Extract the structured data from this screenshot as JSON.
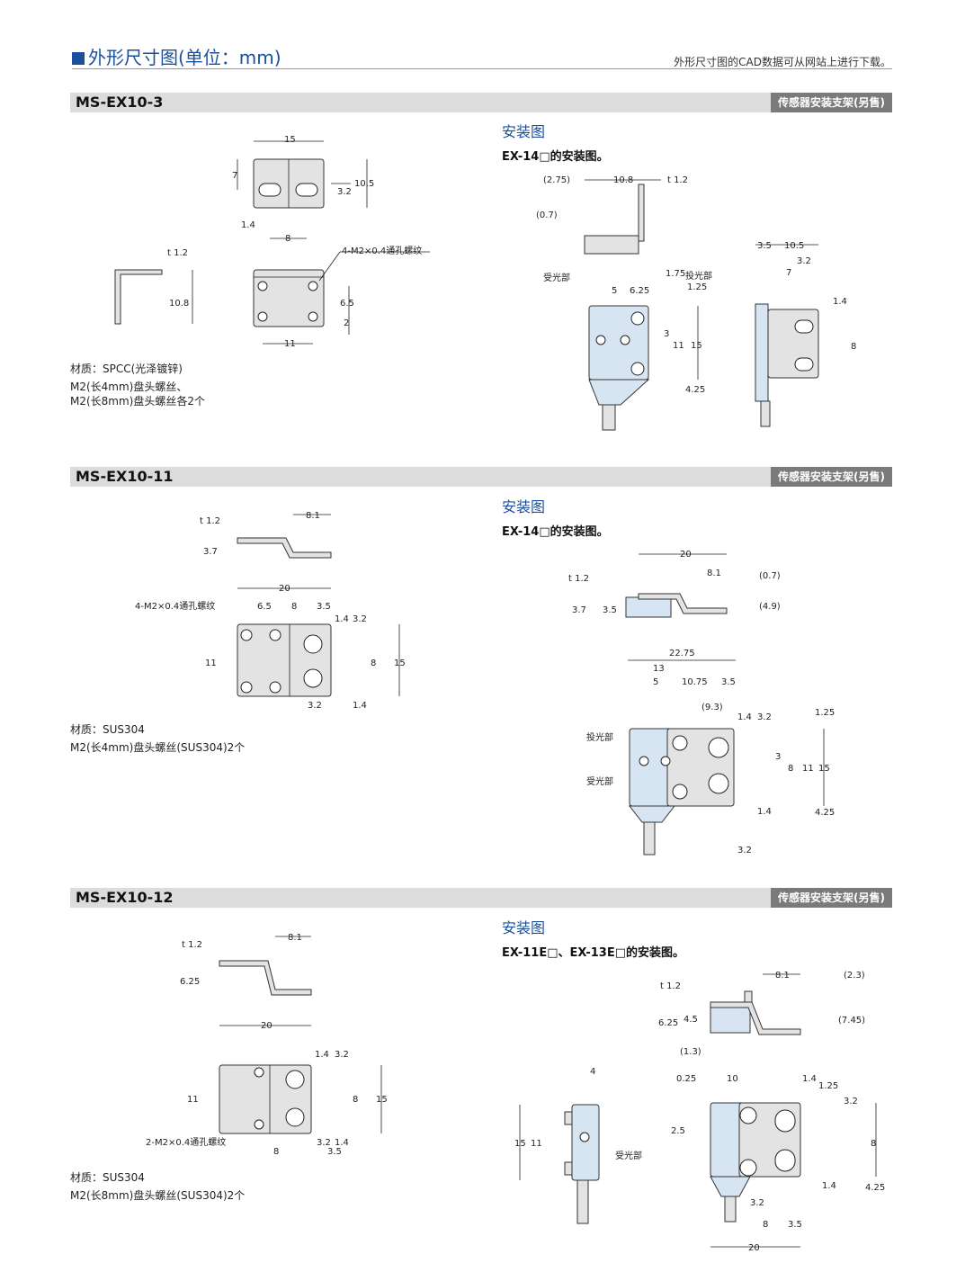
{
  "header": {
    "title": "外形尺寸图(单位：mm)",
    "note": "外形尺寸图的CAD数据可从网站上进行下载。"
  },
  "sections": [
    {
      "model": "MS-EX10-3",
      "tag": "传感器安装支架(另售)",
      "mount_title": "安装图",
      "mount_sub": "EX-14□的安装图。",
      "notes": [
        "材质：SPCC(光泽镀锌)",
        "M2(长4mm)盘头螺丝、",
        "M2(长8mm)盘头螺丝各2个"
      ],
      "labels": {
        "top_w": "15",
        "top_h": "7",
        "top_h2": "10.5",
        "top_d": "3.2",
        "top_a": "1.4",
        "top_b": "8",
        "side_t": "t 1.2",
        "side_h": "10.8",
        "front_thread": "4-M2×0.4通孔螺纹",
        "front_a": "6.5",
        "front_b": "2",
        "front_w": "11",
        "m_a": "(2.75)",
        "m_b": "10.8",
        "m_c": "t 1.2",
        "m_d": "(0.7)",
        "m_recv": "受光部",
        "m_emit": "投光部",
        "m_e": "1.75",
        "m_f": "5",
        "m_g": "6.25",
        "m_h": "1.25",
        "m_i": "3",
        "m_j": "11",
        "m_k": "15",
        "m_l": "4.25",
        "r_a": "3.5",
        "r_b": "10.5",
        "r_c": "3.2",
        "r_d": "7",
        "r_e": "1.4",
        "r_f": "8"
      }
    },
    {
      "model": "MS-EX10-11",
      "tag": "传感器安装支架(另售)",
      "mount_title": "安装图",
      "mount_sub": "EX-14□的安装图。",
      "notes": [
        "材质：SUS304",
        "M2(长4mm)盘头螺丝(SUS304)2个"
      ],
      "labels": {
        "side_t": "t 1.2",
        "side_a": "8.1",
        "side_h": "3.7",
        "front_w": "20",
        "front_thread": "4-M2×0.4通孔螺纹",
        "front_a": "6.5",
        "front_b": "8",
        "front_c": "3.5",
        "front_d": "1.4",
        "front_e": "3.2",
        "front_f": "11",
        "front_g": "8",
        "front_h": "15",
        "front_i": "3.2",
        "front_j": "1.4",
        "m_a": "20",
        "m_b": "t 1.2",
        "m_c": "8.1",
        "m_d": "(0.7)",
        "m_e": "3.7",
        "m_f": "3.5",
        "m_g": "(4.9)",
        "m_h": "22.75",
        "m_i": "13",
        "m_j": "5",
        "m_k": "10.75",
        "m_l": "3.5",
        "m_m": "(9.3)",
        "m_n": "1.4",
        "m_o": "3.2",
        "m_p": "1.25",
        "m_emit": "投光部",
        "m_recv": "受光部",
        "m_q": "3",
        "m_r": "8",
        "m_s": "11",
        "m_t": "15",
        "m_u": "1.4",
        "m_v": "4.25",
        "m_w": "3.2"
      }
    },
    {
      "model": "MS-EX10-12",
      "tag": "传感器安装支架(另售)",
      "mount_title": "安装图",
      "mount_sub": "EX-11E□、EX-13E□的安装图。",
      "notes": [
        "材质：SUS304",
        "M2(长8mm)盘头螺丝(SUS304)2个"
      ],
      "labels": {
        "side_t": "t 1.2",
        "side_a": "8.1",
        "side_h": "6.25",
        "front_w": "20",
        "front_a": "1.4",
        "front_b": "3.2",
        "front_c": "11",
        "front_d": "8",
        "front_e": "15",
        "front_thread": "2-M2×0.4通孔螺纹",
        "front_f": "8",
        "front_g": "3.2",
        "front_h": "1.4",
        "front_i": "3.5",
        "m_a": "8.1",
        "m_b": "(2.3)",
        "m_c": "t 1.2",
        "m_d": "6.25",
        "m_e": "4.5",
        "m_f": "(7.45)",
        "m_g": "(1.3)",
        "l_a": "4",
        "l_b": "15",
        "l_c": "11",
        "l_recv": "受光部",
        "f_a": "0.25",
        "f_b": "10",
        "f_c": "1.4",
        "f_d": "1.25",
        "f_e": "3.2",
        "f_f": "2.5",
        "f_g": "8",
        "f_h": "1.4",
        "f_i": "4.25",
        "f_j": "3.2",
        "f_k": "8",
        "f_l": "3.5",
        "f_m": "20"
      }
    }
  ]
}
